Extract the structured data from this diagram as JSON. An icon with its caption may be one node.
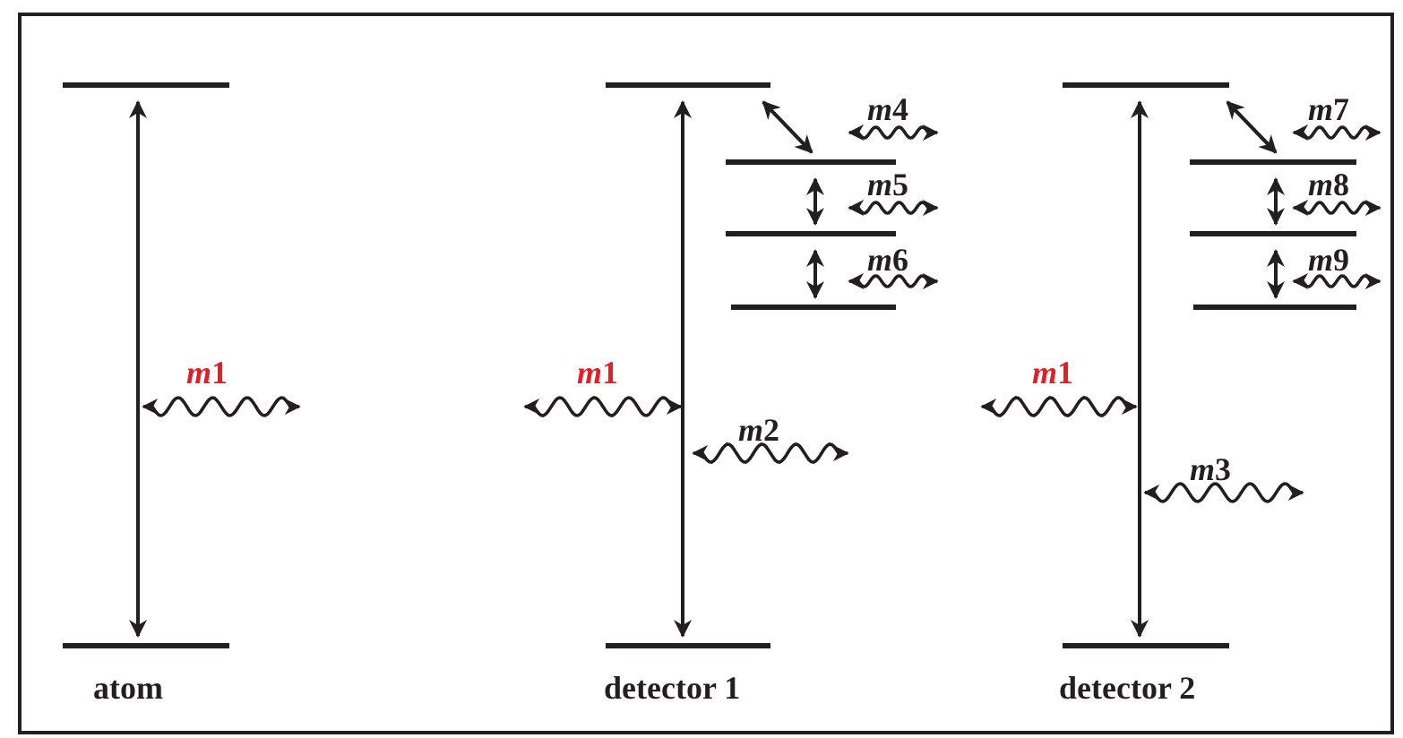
{
  "diagram": {
    "nodes": [
      {
        "text": [],
        "shape": "bar"
      },
      {
        "text": [],
        "shape": "bar",
        "beside": [
          "atom"
        ]
      },
      {
        "text": [],
        "shape": "bar"
      },
      {
        "text": [],
        "shape": "bar"
      },
      {
        "text": [],
        "shape": "bar"
      },
      {
        "text": [],
        "shape": "bar"
      },
      {
        "text": [],
        "shape": "bar",
        "beside": [
          "detector 1"
        ]
      },
      {
        "text": [],
        "shape": "bar"
      },
      {
        "text": [],
        "shape": "bar"
      },
      {
        "text": [],
        "shape": "bar"
      },
      {
        "text": [],
        "shape": "bar"
      },
      {
        "text": [],
        "shape": "bar",
        "beside": [
          "detector 2"
        ]
      }
    ],
    "edges": [
      {
        "from": 0,
        "to": 1,
        "arrow": "both"
      },
      {
        "from": 2,
        "to": 6,
        "arrow": "both"
      },
      {
        "from": 2,
        "to": 3,
        "arrow": "both"
      },
      {
        "from": 3,
        "to": 4,
        "arrow": "both"
      },
      {
        "from": 4,
        "to": 5,
        "arrow": "both"
      },
      {
        "from": 7,
        "to": 11,
        "arrow": "both"
      },
      {
        "from": 7,
        "to": 8,
        "arrow": "both"
      },
      {
        "from": 8,
        "to": 9,
        "arrow": "both"
      },
      {
        "from": 9,
        "to": 10,
        "arrow": "both"
      }
    ],
    "labels": [
      "m4",
      "m5",
      "m6",
      "m7",
      "m8",
      "m9",
      "m1",
      "m1",
      "m1",
      "m2",
      "m3"
    ]
  }
}
